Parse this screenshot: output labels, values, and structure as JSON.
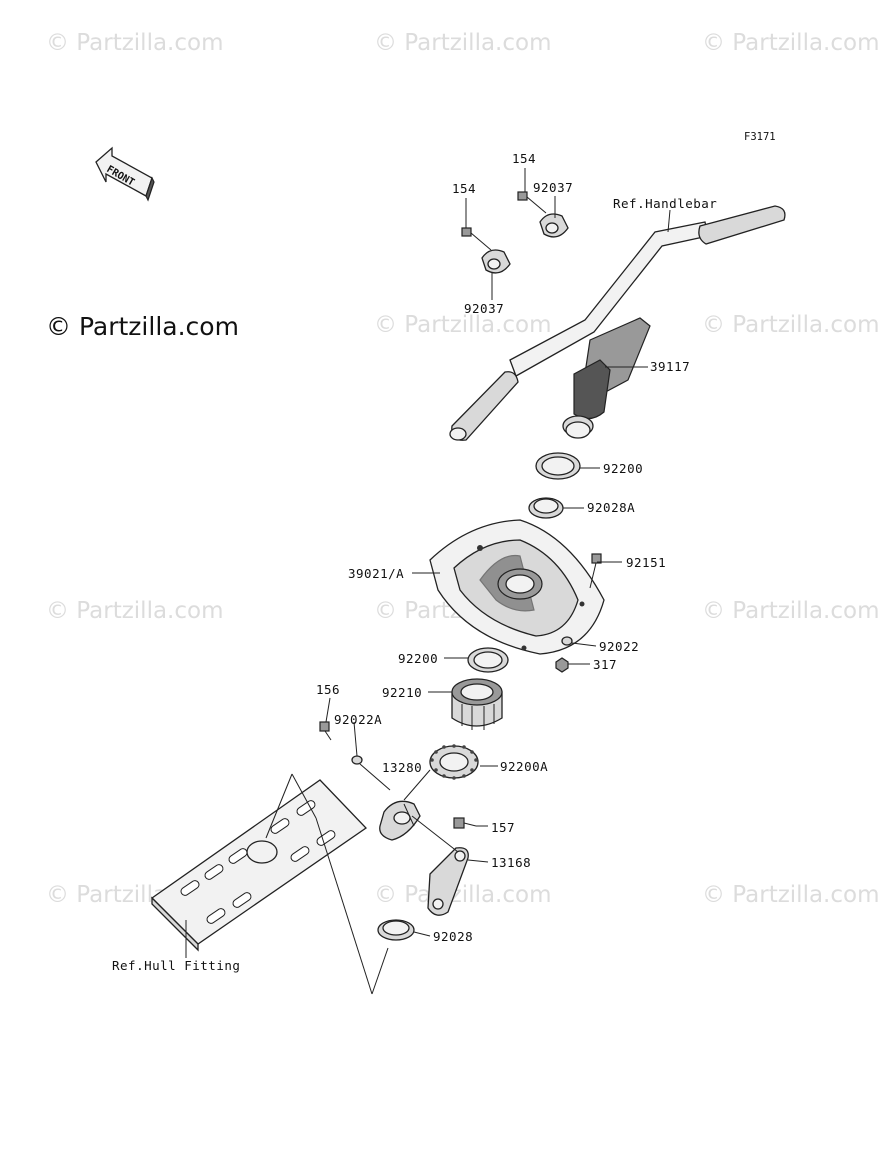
{
  "watermarks": {
    "text": "© Partzilla.com",
    "prominent": "© Partzilla.com"
  },
  "figure_code": "F3171",
  "front_arrow_text": "FRONT",
  "refs": {
    "handlebar": "Ref.Handlebar",
    "hull_fitting": "Ref.Hull Fitting"
  },
  "parts": {
    "p154_top": "154",
    "p92037_top": "92037",
    "p154_left": "154",
    "p92037_left": "92037",
    "p39117": "39117",
    "p92200_a": "92200",
    "p92028A": "92028A",
    "p39021A": "39021/A",
    "p92151": "92151",
    "p92022": "92022",
    "p317": "317",
    "p92200_b": "92200",
    "p92210": "92210",
    "p156": "156",
    "p92022A": "92022A",
    "p13280": "13280",
    "p92200A": "92200A",
    "p157": "157",
    "p13168": "13168",
    "p92028": "92028"
  }
}
